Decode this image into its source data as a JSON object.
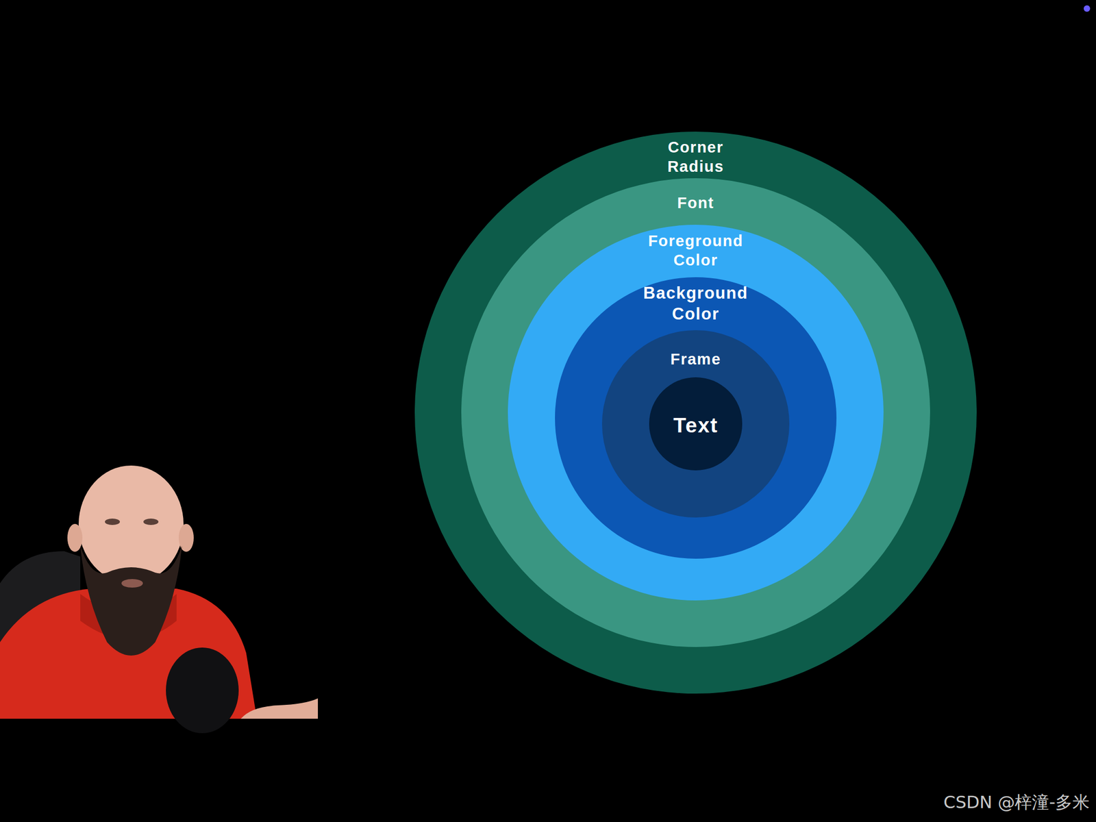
{
  "diagram": {
    "nodes": [
      {
        "text": [
          "Corner Radius"
        ]
      },
      {
        "text": [
          "Font"
        ],
        "in": 0
      },
      {
        "text": [
          "Foreground Color"
        ],
        "in": 1
      },
      {
        "text": [
          "Background Color"
        ],
        "in": 2
      },
      {
        "text": [
          "Frame"
        ],
        "in": 3
      },
      {
        "text": [
          "Text"
        ],
        "in": 4
      }
    ],
    "labels": [
      "CSDN @梓潼-多米"
    ]
  }
}
